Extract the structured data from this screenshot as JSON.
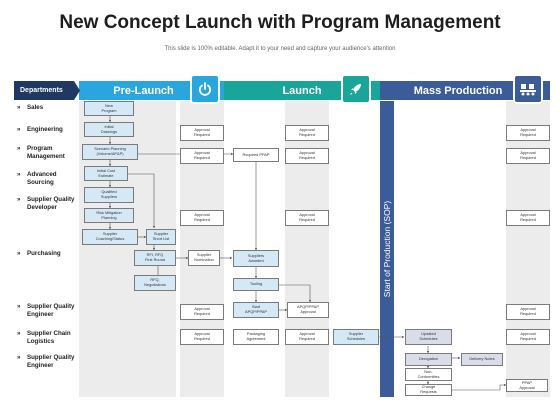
{
  "title": "New Concept Launch with Program Management",
  "subtitle": "This slide is 100% editable. Adapt it to your need and capture your audience's attention",
  "headers": {
    "departments": "Departments",
    "prelaunch": "Pre-Launch",
    "launch": "Launch",
    "mass": "Mass Production"
  },
  "sop": "Start of Production (SOP)",
  "icons": {
    "prelaunch": "power-icon",
    "launch": "rocket-icon",
    "mass": "production-line-icon"
  },
  "departments": [
    "Sales",
    "Engineering",
    "Program\nManagement",
    "Advanced\nSourcing",
    "Supplier Quality\nDeveloper",
    "Purchasing",
    "Supplier Quality\nEngineer",
    "Supplier Chain\nLogistics",
    "Supplier  Quality\nEngineer"
  ],
  "boxes": {
    "new_program": "New\nProgram",
    "initial_drawings": "Initial\nDrawings",
    "scenario_planning": "Scenario Planning\n(Volume/AP&P)",
    "initial_cost": "Initial Cost\nEstimate",
    "qualified_suppliers": "Qualified\nSuppliers",
    "risk_mitigation": "Risk Mitigation\nPlanning",
    "supplier_coaching": "Supplier\nCoaching/Status",
    "supplier_short_list": "Supplier\nShort List",
    "rfi_rfq": "RFI, RFQ\nFirst Round",
    "rfq_negotiations": "RFQ,\nNegotiations",
    "supplier_nomination": "Supplier\nNomination",
    "suppliers_awarded": "Suppliers\nAwarded",
    "tooling": "Tooling",
    "start_apqp": "Start\nAPQP/PPAP",
    "apqp_approval": "APQP/PPAP\nApproval",
    "required_ppap": "Required PPAP",
    "packaging_agreement": "Packaging\nAgreement",
    "supplier_schedules": "Supplier\nSchedules",
    "updated_schedules": "Updated\nSchedules",
    "derogation": "Derogation",
    "delivery_notes": "Delivery Notes",
    "non_conformities": "Non-\nConformities",
    "change_requests": "Change\nRequests",
    "ppap_approval": "PPAP\nApproval",
    "approval_required": "Approval\nRequired"
  }
}
